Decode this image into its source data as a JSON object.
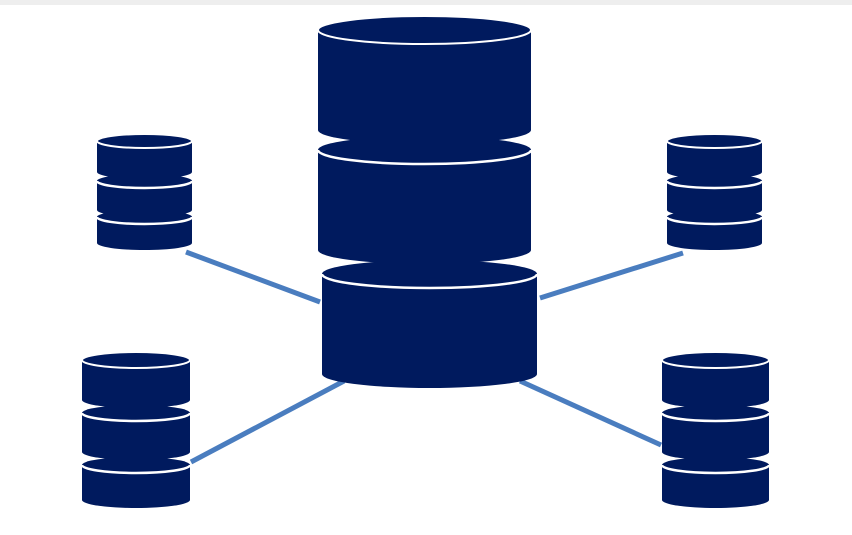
{
  "diagram": {
    "type": "database-network",
    "colors": {
      "database": "#001a5e",
      "connector": "#4a7dbf",
      "separator": "#ffffff",
      "background": "#ffffff",
      "top_strip": "#eeeeee"
    },
    "nodes": [
      {
        "id": "central-database",
        "role": "hub",
        "icon": "database-icon",
        "stack_layers": 3
      },
      {
        "id": "database-top-left",
        "role": "peer",
        "icon": "database-icon",
        "stack_layers": 3
      },
      {
        "id": "database-top-right",
        "role": "peer",
        "icon": "database-icon",
        "stack_layers": 3
      },
      {
        "id": "database-bottom-left",
        "role": "peer",
        "icon": "database-icon",
        "stack_layers": 3
      },
      {
        "id": "database-bottom-right",
        "role": "peer",
        "icon": "database-icon",
        "stack_layers": 3
      }
    ],
    "edges": [
      {
        "from": "central-database",
        "to": "database-top-left"
      },
      {
        "from": "central-database",
        "to": "database-top-right"
      },
      {
        "from": "central-database",
        "to": "database-bottom-left"
      },
      {
        "from": "central-database",
        "to": "database-bottom-right"
      }
    ]
  }
}
